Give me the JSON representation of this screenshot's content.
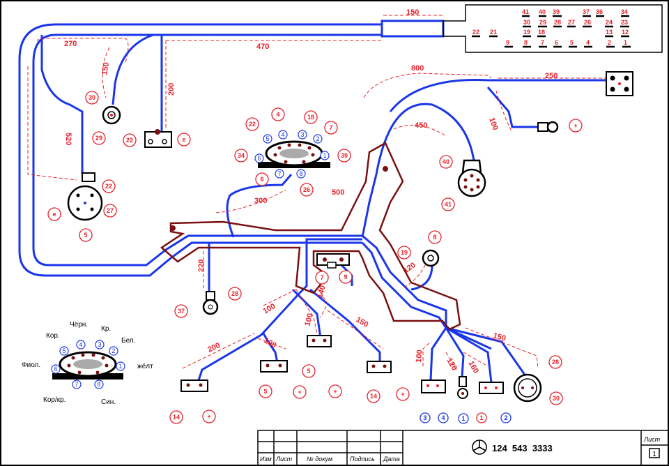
{
  "title_block": {
    "drawing_number": "124  543  3333",
    "sheet_label": "Лист",
    "sheet_number": "1",
    "col_izm": "Изм",
    "col_list": "Лист",
    "col_dokum": "№ докум",
    "col_podpis": "Подпись",
    "col_data": "Дата"
  },
  "colors": {
    "wire": "#1a36e8",
    "harness": "#7a0f0f",
    "dim": "#e8202a",
    "ink": "#000000"
  },
  "dimensions": {
    "d150_top": "150",
    "d470": "470",
    "d270": "270",
    "d150_left": "150",
    "d200_vert": "200",
    "d520": "520",
    "d800": "800",
    "d250": "250",
    "d450": "450",
    "d100_right": "100",
    "d300": "300",
    "d500": "500",
    "d220": "220",
    "d120": "120",
    "d100_a": "100",
    "d200_b": "200",
    "d100_b": "100",
    "d140": "140",
    "d100_c": "100",
    "d150_c": "150",
    "d150_d": "150",
    "d100_d": "100",
    "d120_b": "120",
    "d160": "160"
  },
  "fuse_block": {
    "row1": [
      "41",
      "40",
      "39",
      "37",
      "36",
      "34"
    ],
    "row2": [
      "30",
      "29",
      "28",
      "27",
      "26",
      "24",
      "23"
    ],
    "row3": [
      "22",
      "21",
      "19",
      "18",
      "13",
      "12"
    ],
    "row4": [
      "9",
      "8",
      "7",
      "6",
      "5",
      "4",
      "2",
      "1"
    ]
  },
  "circles": {
    "c30": "30",
    "c29": "29",
    "c22a": "22",
    "c22b": "22",
    "c27": "27",
    "c5a": "5",
    "ce1": "e",
    "ce2": "e",
    "c4": "4",
    "c18": "18",
    "c7a": "7",
    "c39": "39",
    "c34": "34",
    "c22c": "22",
    "c6": "6",
    "c26": "26",
    "c40": "40",
    "c41": "41",
    "cplus1": "+",
    "c8": "8",
    "c19": "19",
    "c7b": "7",
    "c9": "9",
    "c37": "37",
    "c28a": "28",
    "c14a": "14",
    "cplus2": "+",
    "c5b": "5",
    "cplus3": "+",
    "c5c": "5",
    "cplus4": "+",
    "c14b": "14",
    "cplus5": "+",
    "c3": "3",
    "c4b": "4",
    "c1a": "1",
    "c1b": "1",
    "c2": "2",
    "c28b": "28",
    "c30b": "30"
  },
  "blue_pins": {
    "p5": "5",
    "p4": "4",
    "p3": "3",
    "p2": "2",
    "p1": "1",
    "p6": "6",
    "p7": "7",
    "p8": "8"
  },
  "legend": {
    "chern": "Чёрн.",
    "kor": "Кор.",
    "kr": "Кр.",
    "bel": "Бел.",
    "fiol": "Фиол.",
    "zhelt": "жёлт",
    "korkr": "Кор/кр.",
    "sin": "Син.",
    "pins": [
      "5",
      "4",
      "3",
      "2",
      "1",
      "6",
      "7",
      "8"
    ]
  }
}
